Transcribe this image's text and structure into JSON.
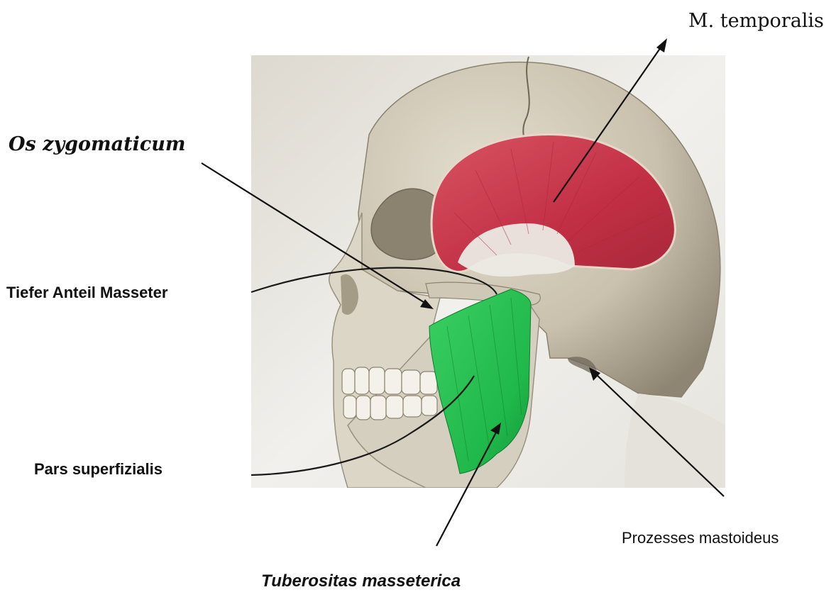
{
  "labels": {
    "temporalis": "M. temporalis",
    "os_zygomaticum": "Os zygomaticum",
    "tiefer_anteil": "Tiefer Anteil Masseter",
    "pars_superfizialis": "Pars superfizialis",
    "processus_mastoideus": "Prozesses mastoideus",
    "tuberositas": "Tuberositas masseterica"
  },
  "colors": {
    "temporalis_muscle": "#c9394a",
    "masseter_muscle": "#1fb84a",
    "bone": "#d9d4c7",
    "background_photo": "#ecebe6",
    "arrow": "#111111"
  }
}
